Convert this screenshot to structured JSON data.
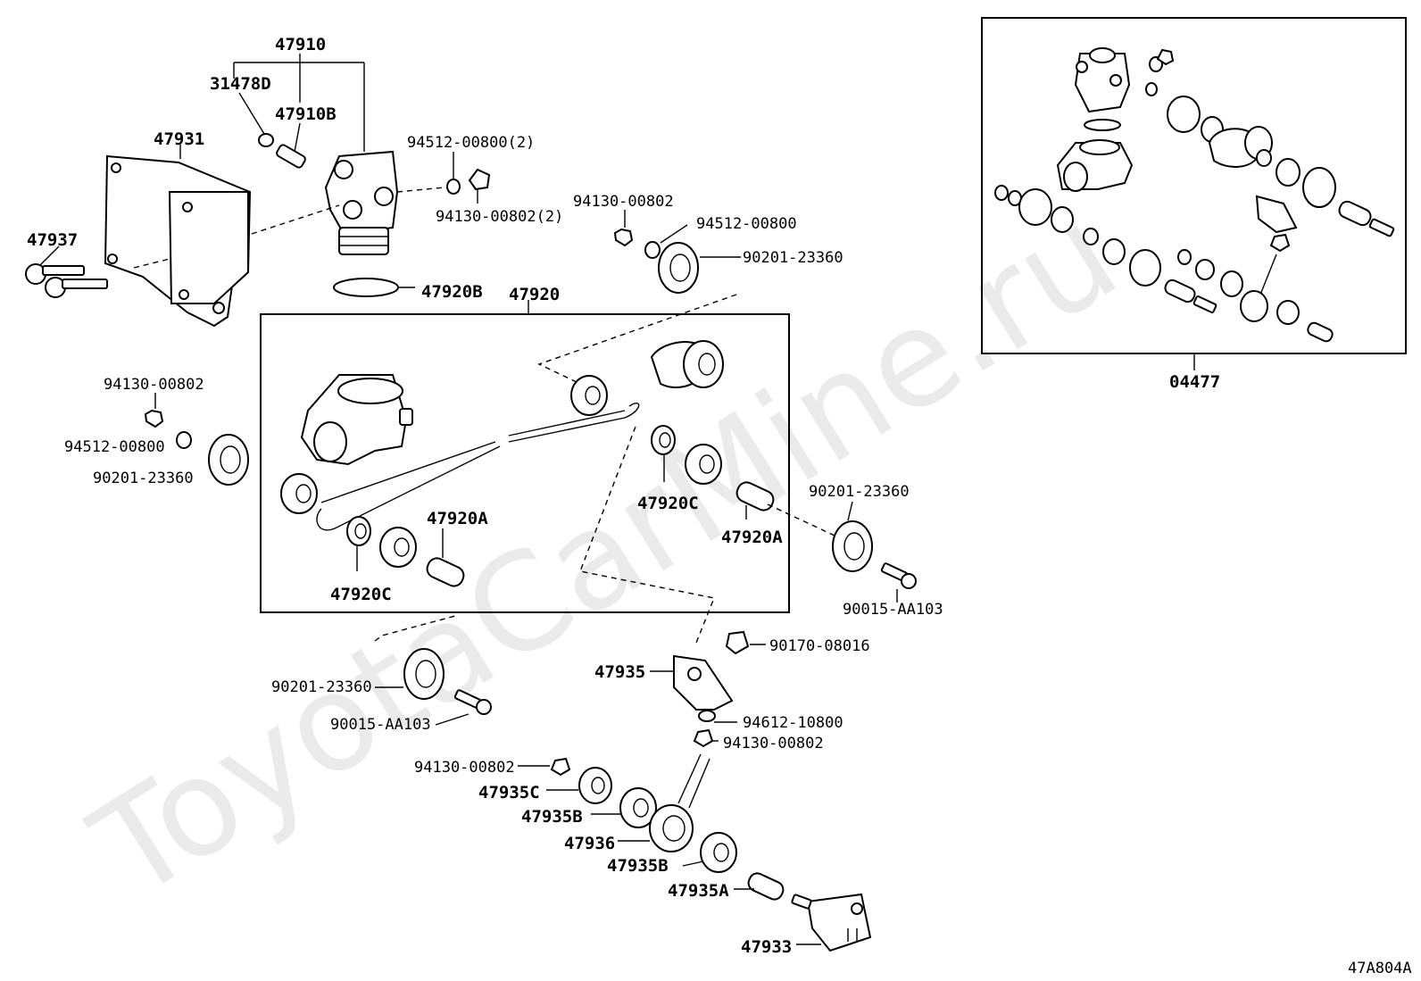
{
  "watermark": "ToyotaCarMine.ru",
  "diagram_code": "47A804A",
  "labels": {
    "p47910": "47910",
    "p31478D": "31478D",
    "p47910B": "47910B",
    "p47931": "47931",
    "p47937": "47937",
    "p94512_2": "94512-00800(2)",
    "p94130_2": "94130-00802(2)",
    "p47920B": "47920B",
    "p47920": "47920",
    "p94130_a": "94130-00802",
    "p94512_a": "94512-00800",
    "p90201_a": "90201-23360",
    "p94130_b": "94130-00802",
    "p94512_b": "94512-00800",
    "p90201_b": "90201-23360",
    "p47920A_l": "47920A",
    "p47920C_l": "47920C",
    "p47920C_r": "47920C",
    "p47920A_r": "47920A",
    "p90201_c": "90201-23360",
    "p90015_a": "90015-AA103",
    "p90170": "90170-08016",
    "p47935": "47935",
    "p90201_d": "90201-23360",
    "p90015_b": "90015-AA103",
    "p94612": "94612-10800",
    "p94130_c": "94130-00802",
    "p94130_d": "94130-00802",
    "p47935C": "47935C",
    "p47935B_a": "47935B",
    "p47936": "47936",
    "p47935B_b": "47935B",
    "p47935A": "47935A",
    "p47933": "47933",
    "p04477": "04477"
  }
}
